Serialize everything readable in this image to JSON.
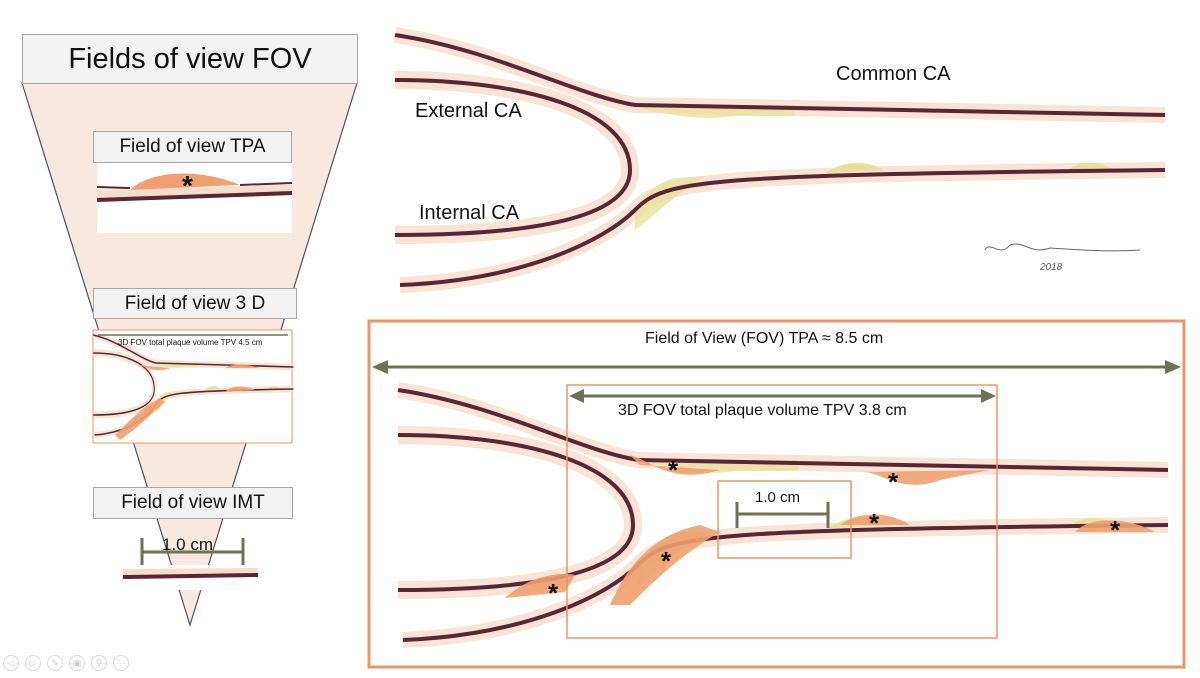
{
  "left_panel": {
    "title": "Fields of view FOV",
    "tpa_label": "Field of view TPA",
    "three_d_label": "Field of view 3 D",
    "three_d_caption": "3D FOV total plaque volume TPV 4.5 cm",
    "imt_label": "Field of view IMT",
    "imt_measure": "1.0 cm",
    "plaque_marker": "*"
  },
  "top_drawing": {
    "common_ca": "Common CA",
    "external_ca": "External CA",
    "internal_ca": "Internal CA",
    "signature_year": "2018"
  },
  "bottom_drawing": {
    "fov_tpa": "Field of View (FOV) TPA ≈ 8.5 cm",
    "tpv": "3D FOV total plaque volume TPV 3.8 cm",
    "imt_measure": "1.0 cm",
    "plaque_marker": "*"
  },
  "slide_controls": [
    "previous-icon",
    "next-icon",
    "pen-icon",
    "slides-icon",
    "zoom-icon",
    "more-icon"
  ],
  "colors": {
    "frame": "#e8956b",
    "arrow": "#6d7352",
    "wall": "#5a2535",
    "plaque": "#f0a070",
    "funnel": "#f9e8de"
  }
}
